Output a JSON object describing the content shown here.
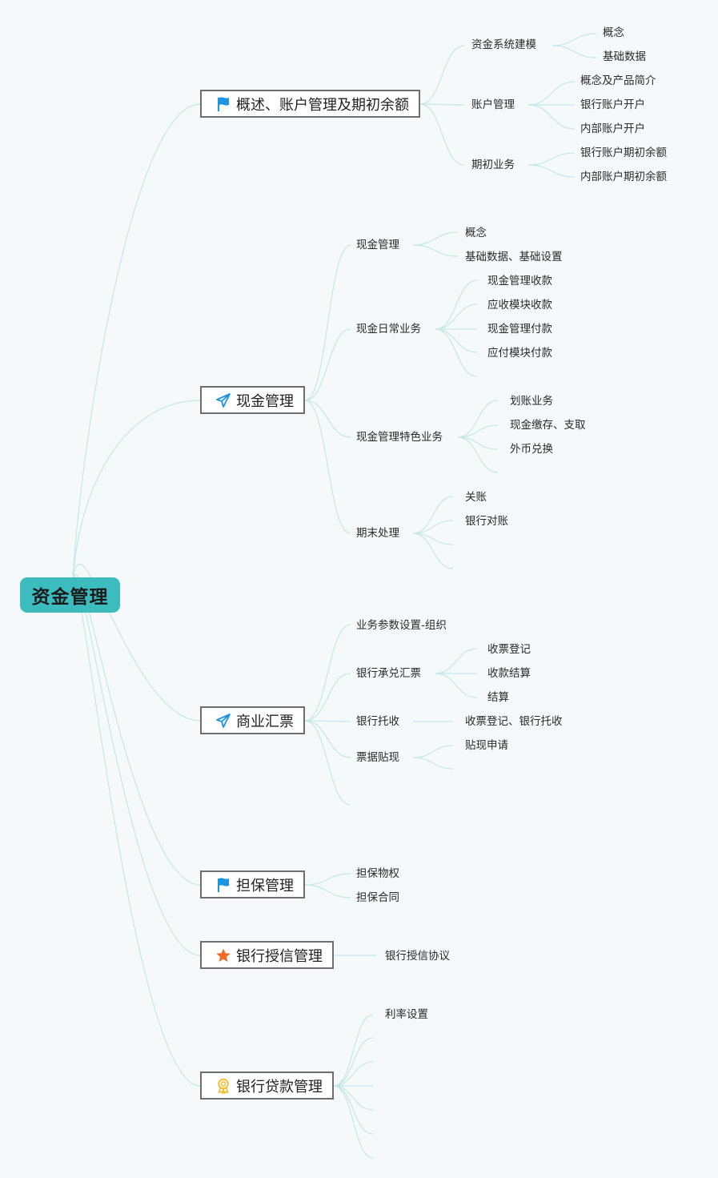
{
  "root": "资金管理",
  "colors": {
    "root_bg": "#3cbcbf",
    "link": "#c3e8e6",
    "flag": "#1b95e0",
    "plane": "#1b95e0",
    "star": "#f06a26",
    "badge": "#f6b92b"
  },
  "branches": [
    {
      "label": "概述、账户管理及期初余额",
      "icon": "flag-icon",
      "children": [
        {
          "label": "资金系统建模",
          "children": [
            "概念",
            "基础数据"
          ]
        },
        {
          "label": "账户管理",
          "children": [
            "概念及产品简介",
            "银行账户开户",
            "内部账户开户"
          ]
        },
        {
          "label": "期初业务",
          "children": [
            "银行账户期初余额",
            "内部账户期初余额"
          ]
        }
      ]
    },
    {
      "label": "现金管理",
      "icon": "paper-plane-icon",
      "children": [
        {
          "label": "现金管理",
          "children": [
            "概念",
            "基础数据、基础设置"
          ]
        },
        {
          "label": "现金日常业务",
          "children": [
            "现金管理收款",
            "应收模块收款",
            "现金管理付款",
            "应付模块付款"
          ]
        },
        {
          "label": "现金管理特色业务",
          "children": [
            "划账业务",
            "现金缴存、支取",
            "外币兑换"
          ]
        },
        {
          "label": "期末处理",
          "children": [
            "关账",
            "银行对账"
          ]
        }
      ]
    },
    {
      "label": "商业汇票",
      "icon": "paper-plane-icon",
      "children": [
        {
          "label": "业务参数设置-组织",
          "children": []
        },
        {
          "label": "银行承兑汇票",
          "children": [
            "收票登记",
            "收款结算",
            "结算"
          ]
        },
        {
          "label": "银行托收",
          "children": [
            "收票登记、银行托收"
          ]
        },
        {
          "label": "票据贴现",
          "children": [
            "贴现申请"
          ]
        }
      ]
    },
    {
      "label": "担保管理",
      "icon": "flag-icon",
      "children": [
        {
          "label": "担保物权",
          "children": []
        },
        {
          "label": "担保合同",
          "children": []
        }
      ]
    },
    {
      "label": "银行授信管理",
      "icon": "star-icon",
      "children": [
        {
          "label": "银行授信协议",
          "children": []
        }
      ]
    },
    {
      "label": "银行贷款管理",
      "icon": "award-badge-icon",
      "children": [
        {
          "label": "利率设置",
          "children": []
        }
      ]
    }
  ]
}
